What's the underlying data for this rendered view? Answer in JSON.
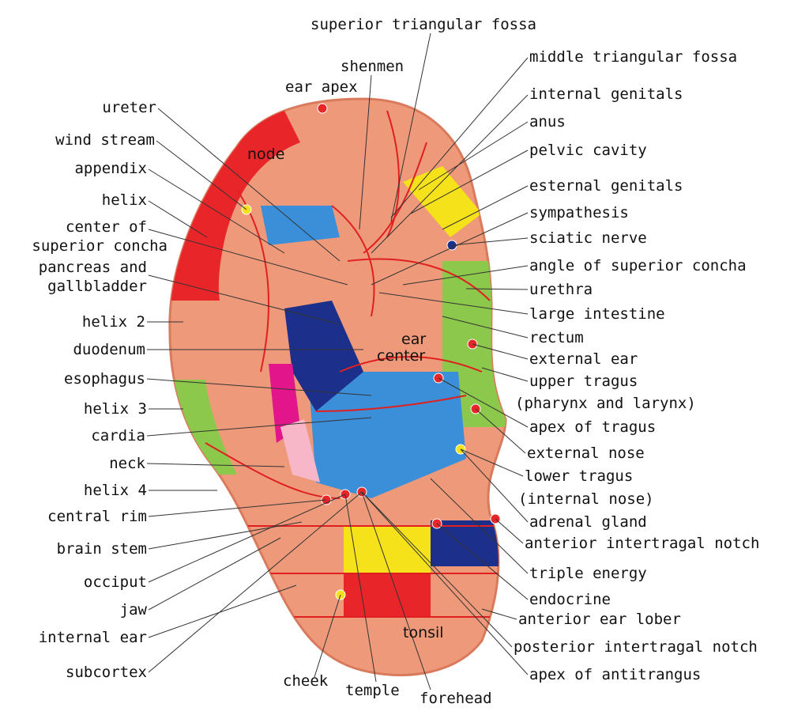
{
  "labels_left": [
    {
      "id": "ureter",
      "text": "ureter"
    },
    {
      "id": "wind-stream",
      "text": "wind stream"
    },
    {
      "id": "appendix",
      "text": "appendix"
    },
    {
      "id": "helix",
      "text": "helix"
    },
    {
      "id": "center-of",
      "text": "center of"
    },
    {
      "id": "superior-concha",
      "text": "superior concha"
    },
    {
      "id": "pancreas-and",
      "text": "pancreas and"
    },
    {
      "id": "gallbladder",
      "text": "gallbladder"
    },
    {
      "id": "helix-2",
      "text": "helix 2"
    },
    {
      "id": "duodenum",
      "text": "duodenum"
    },
    {
      "id": "esophagus",
      "text": "esophagus"
    },
    {
      "id": "helix-3",
      "text": "helix 3"
    },
    {
      "id": "cardia",
      "text": "cardia"
    },
    {
      "id": "neck",
      "text": "neck"
    },
    {
      "id": "helix-4",
      "text": "helix 4"
    },
    {
      "id": "central-rim",
      "text": "central rim"
    },
    {
      "id": "brain-stem",
      "text": "brain stem"
    },
    {
      "id": "occiput",
      "text": "occiput"
    },
    {
      "id": "jaw",
      "text": "jaw"
    },
    {
      "id": "internal-ear",
      "text": "internal ear"
    },
    {
      "id": "subcortex",
      "text": "subcortex"
    }
  ],
  "labels_right": [
    {
      "id": "middle-triangular-fossa",
      "text": "middle triangular fossa"
    },
    {
      "id": "internal-genitals",
      "text": "internal genitals"
    },
    {
      "id": "anus",
      "text": "anus"
    },
    {
      "id": "pelvic-cavity",
      "text": "pelvic cavity"
    },
    {
      "id": "esternal-genitals",
      "text": "esternal genitals"
    },
    {
      "id": "sympathesis",
      "text": "sympathesis"
    },
    {
      "id": "sciatic-nerve",
      "text": "sciatic nerve"
    },
    {
      "id": "angle-of-superior-concha",
      "text": "angle of superior concha"
    },
    {
      "id": "urethra",
      "text": "urethra"
    },
    {
      "id": "large-intestine",
      "text": "large intestine"
    },
    {
      "id": "rectum",
      "text": "rectum"
    },
    {
      "id": "external-ear",
      "text": "external ear"
    },
    {
      "id": "upper-tragus",
      "text": "upper tragus"
    },
    {
      "id": "pharynx-and-larynx",
      "text": "(pharynx and larynx)"
    },
    {
      "id": "apex-of-tragus",
      "text": "apex of tragus"
    },
    {
      "id": "external-nose",
      "text": "external nose"
    },
    {
      "id": "lower-tragus",
      "text": "lower tragus"
    },
    {
      "id": "internal-nose",
      "text": "(internal nose)"
    },
    {
      "id": "adrenal-gland",
      "text": "adrenal gland"
    },
    {
      "id": "anterior-intertragal-notch",
      "text": "anterior intertragal notch"
    },
    {
      "id": "triple-energy",
      "text": "triple energy"
    },
    {
      "id": "endocrine",
      "text": "endocrine"
    },
    {
      "id": "anterior-ear-lober",
      "text": "anterior ear lober"
    },
    {
      "id": "posterior-intertragal-notch",
      "text": "posterior intertragal notch"
    },
    {
      "id": "apex-of-antitrangus",
      "text": "apex of antitrangus"
    }
  ],
  "labels_top": [
    {
      "id": "superior-triangular-fossa",
      "text": "superior triangular fossa"
    },
    {
      "id": "shenmen",
      "text": "shenmen"
    },
    {
      "id": "ear-apex",
      "text": "ear apex"
    }
  ],
  "labels_bottom": [
    {
      "id": "cheek",
      "text": "cheek"
    },
    {
      "id": "temple",
      "text": "temple"
    },
    {
      "id": "forehead",
      "text": "forehead"
    }
  ],
  "labels_on_ear": [
    {
      "id": "node",
      "text": "node"
    },
    {
      "id": "ear",
      "text": "ear"
    },
    {
      "id": "center",
      "text": "center"
    },
    {
      "id": "tonsil",
      "text": "tonsil"
    }
  ],
  "colors": {
    "skin": "#ee9a7a",
    "skin_dark": "#d97a5c",
    "region_line": "#e02020",
    "helix_red": "#e8262a",
    "blue": "#3a8fd8",
    "navy": "#1c2f8a",
    "yellow": "#f5e21a",
    "green": "#8cc84b",
    "magenta": "#e2168a",
    "pink": "#f7b7c9",
    "leader": "#333333"
  }
}
